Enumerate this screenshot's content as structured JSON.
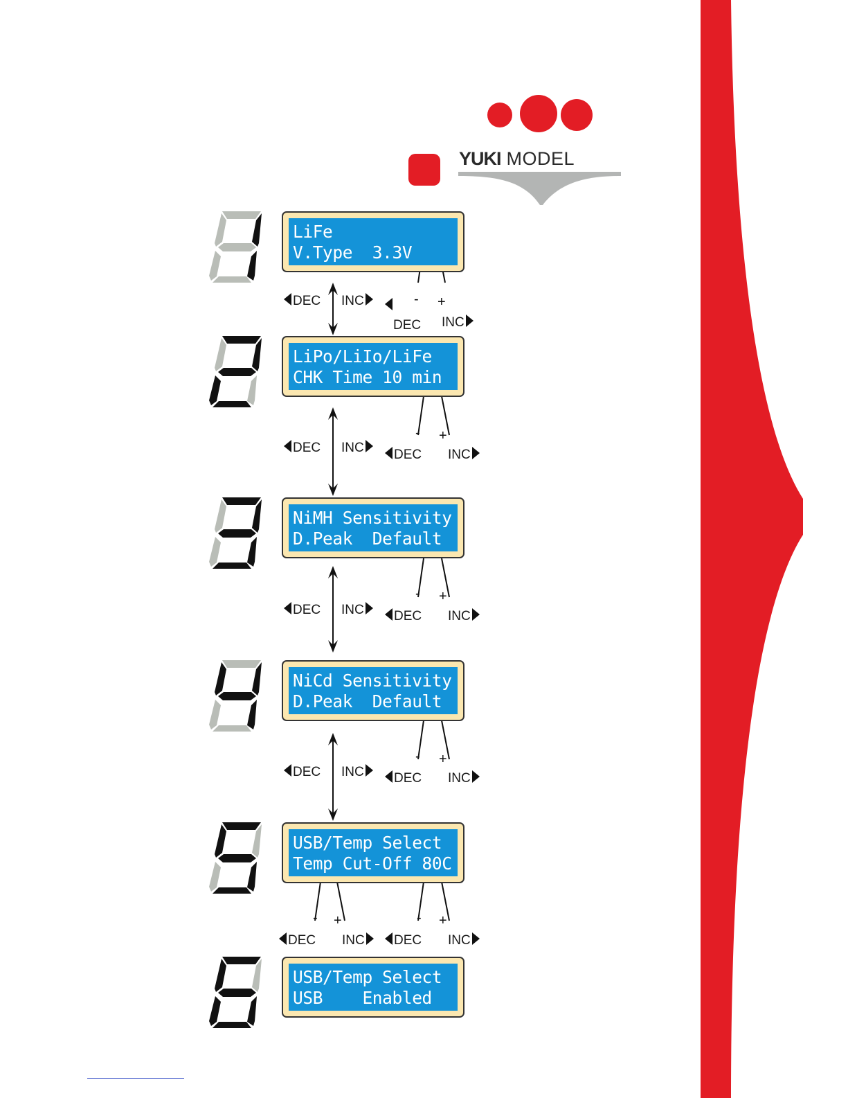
{
  "brand": {
    "name_bold": "YUKI",
    "name_regular": "MODEL"
  },
  "colors": {
    "red": "#e31d25",
    "lcd_blue": "#1493d8",
    "lcd_frame": "#fbe7b0",
    "segment_on": "#111111",
    "segment_off": "#b9bdb7"
  },
  "labels": {
    "dec": "DEC",
    "inc": "INC",
    "minus": "-",
    "plus": "+"
  },
  "screens": [
    {
      "digit": 1,
      "line1": "LiFe",
      "line2": "V.Type  3.3V"
    },
    {
      "digit": 2,
      "line1": "LiPo/LiIo/LiFe",
      "line2": "CHK Time 10 min"
    },
    {
      "digit": 3,
      "line1": "NiMH Sensitivity",
      "line2": "D.Peak  Default"
    },
    {
      "digit": 4,
      "line1": "NiCd Sensitivity",
      "line2": "D.Peak  Default"
    },
    {
      "digit": 5,
      "line1": "USB/Temp Select",
      "line2": "Temp Cut-Off 80C"
    },
    {
      "digit": 6,
      "line1": "USB/Temp Select",
      "line2": "USB    Enabled"
    }
  ]
}
